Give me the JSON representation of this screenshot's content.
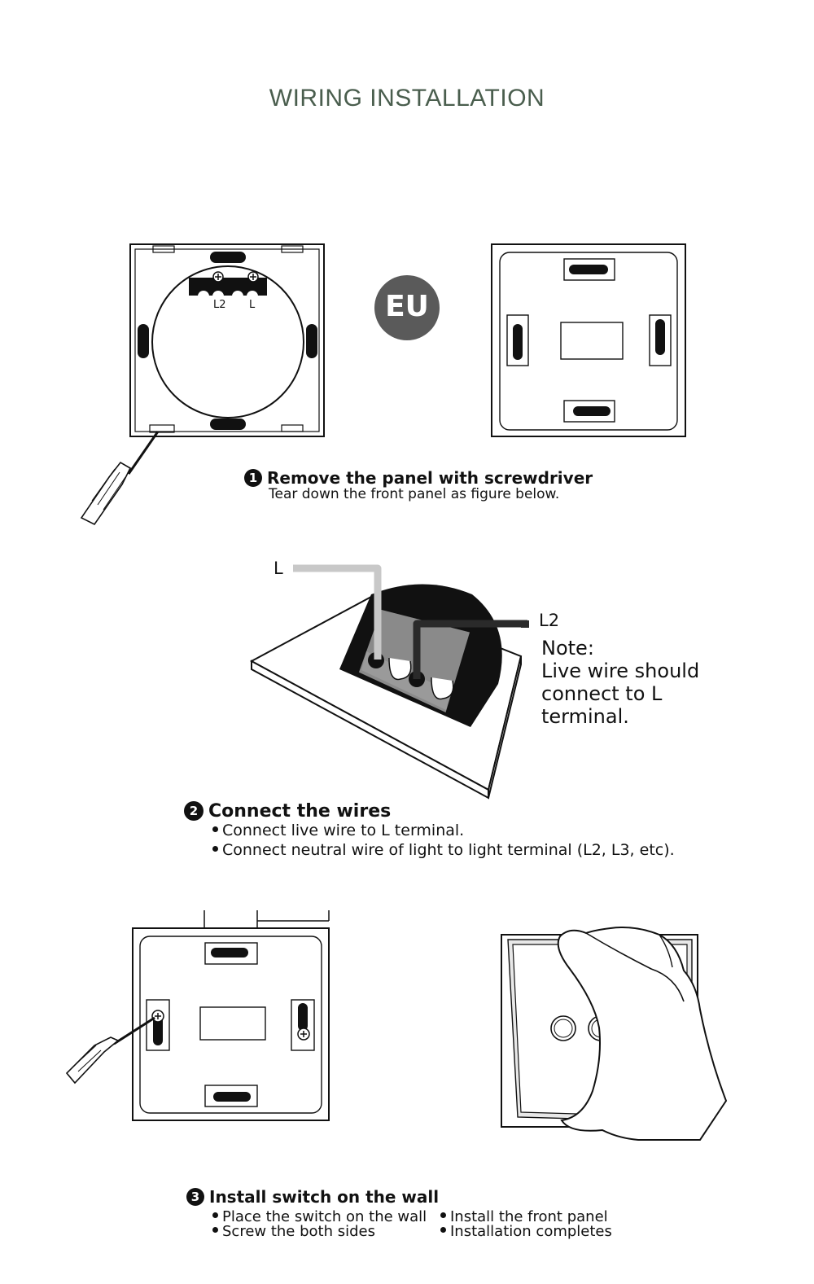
{
  "title": "WIRING INSTALLATION",
  "colors": {
    "title": "#4a5e4e",
    "badge": "#5a5a5a",
    "ink": "#111111",
    "wire_live": "#c8c8c8",
    "wire_light": "#2a2a2a"
  },
  "figure1": {
    "terminal_l2": "L2",
    "terminal_l": "L",
    "badge": "EU"
  },
  "step1": {
    "number": "1",
    "title": "Remove the panel with screwdriver",
    "subtitle": "Tear down the front panel as figure below."
  },
  "figure2": {
    "wire_l": "L",
    "wire_l2": "L2",
    "note_lines": [
      "Note:",
      "Live wire should",
      "connect to L",
      "terminal."
    ]
  },
  "step2": {
    "number": "2",
    "title": "Connect the wires",
    "bullets": [
      "Connect live wire to L terminal.",
      "Connect neutral wire of light to light terminal (L2, L3, etc)."
    ]
  },
  "step3": {
    "number": "3",
    "title": "Install switch on the wall",
    "bullets_left": [
      "Place the switch on the wall",
      "Screw the both sides"
    ],
    "bullets_right": [
      "Install the front panel",
      "Installation completes"
    ]
  },
  "icons": [
    "screwdriver-icon",
    "screw-icon",
    "hand-icon"
  ]
}
